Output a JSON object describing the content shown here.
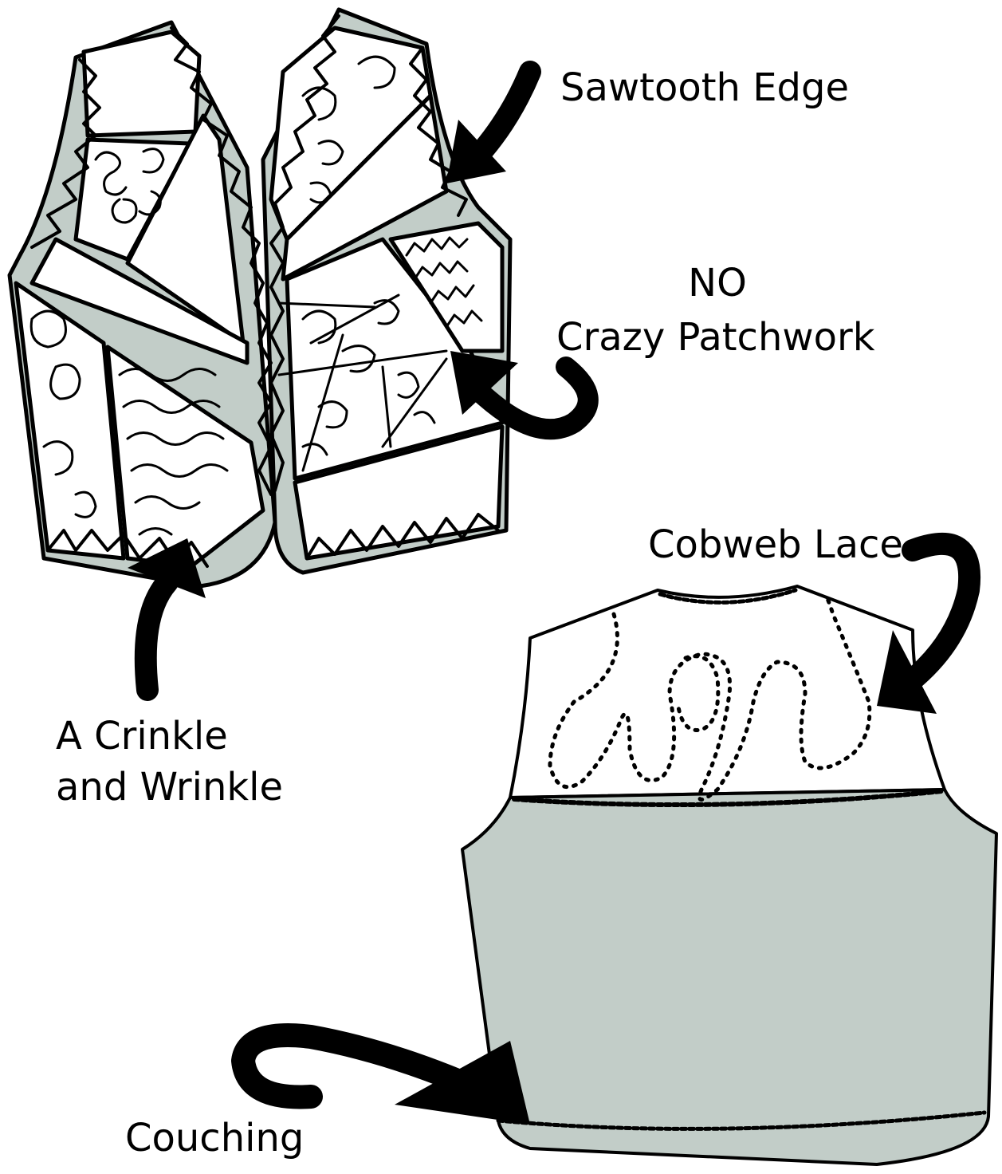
{
  "labels": {
    "sawtooth": "Sawtooth Edge",
    "no": "NO",
    "crazy": "Crazy Patchwork",
    "crinkle1": "A Crinkle",
    "crinkle2": "and Wrinkle",
    "cobweb": "Cobweb Lace",
    "couching": "Couching"
  },
  "colors": {
    "fill": "#c2cdc8",
    "ink": "#000000",
    "paper": "#ffffff"
  }
}
